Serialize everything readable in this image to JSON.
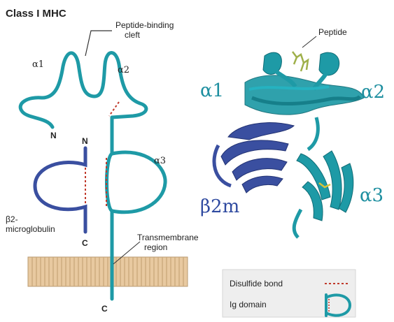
{
  "title": "Class I MHC",
  "labels": {
    "peptide_binding_cleft_line1": "Peptide-binding",
    "peptide_binding_cleft_line2": "cleft",
    "peptide": "Peptide",
    "alpha1_small": "α1",
    "alpha2_small": "α2",
    "alpha3_small": "α3",
    "n_terminus_heavy": "N",
    "n_terminus_b2m": "N",
    "c_terminus_b2m": "C",
    "c_terminus_heavy": "C",
    "b2_line1": "β2-",
    "b2_line2": "microglobulin",
    "transmembrane_line1": "Transmembrane",
    "transmembrane_line2": "region",
    "alpha1_large": "α1",
    "alpha2_large": "α2",
    "alpha3_large": "α3",
    "b2m_large": "β2m"
  },
  "legend": {
    "disulfide_label": "Disulfide bond",
    "ig_domain_label": "Ig domain"
  },
  "colors": {
    "heavy_chain": "#1e9aa6",
    "b2m_chain": "#3a4fa0",
    "disulfide": "#c0392b",
    "membrane": "#e8c9a0",
    "membrane_stripe": "#c9a77a",
    "peptide": "#9fb04a",
    "cystine": "#d8c23a",
    "text": "#222222",
    "large_greek": "#1e8fa0",
    "b2m_text": "#2f4aa0"
  },
  "icons": {
    "ig_domain_icon": "loop-with-dashed-bond-icon"
  }
}
